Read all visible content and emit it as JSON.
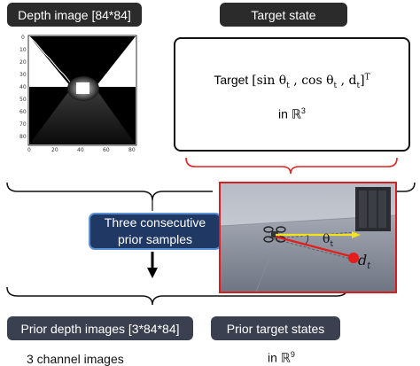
{
  "depth_label": "Depth image [84*84]",
  "target_label": "Target state",
  "target_box": {
    "line1_prefix": "Target ",
    "line1_math": "[sin θ",
    "sub_t": "t",
    "line1_math2": " , cos θ",
    "line1_math3": " , d",
    "line1_close": "]",
    "sup_T": "T",
    "line2_prefix": "in ℝ",
    "line2_sup": "3"
  },
  "depth_plot": {
    "y_ticks": [
      "0",
      "10",
      "20",
      "30",
      "40",
      "50",
      "60",
      "70",
      "80"
    ],
    "x_ticks": [
      "0",
      "20",
      "40",
      "60",
      "80"
    ]
  },
  "prior_label_line1": "Three consecutive",
  "prior_label_line2": "prior samples",
  "scene": {
    "theta": "θ",
    "theta_sub": "t",
    "d": "d",
    "d_sub": "t"
  },
  "bottom_left_label": "Prior depth images [3*84*84]",
  "bottom_right_label": "Prior target states",
  "bottom_left_caption": "3 channel images",
  "bottom_right_caption_prefix": "in ℝ",
  "bottom_right_caption_sup": "9",
  "colors": {
    "accent_red": "#e02020",
    "navy": "#1f3864",
    "dark_label": "#2b2b2b",
    "gray_label": "#3b4050"
  }
}
